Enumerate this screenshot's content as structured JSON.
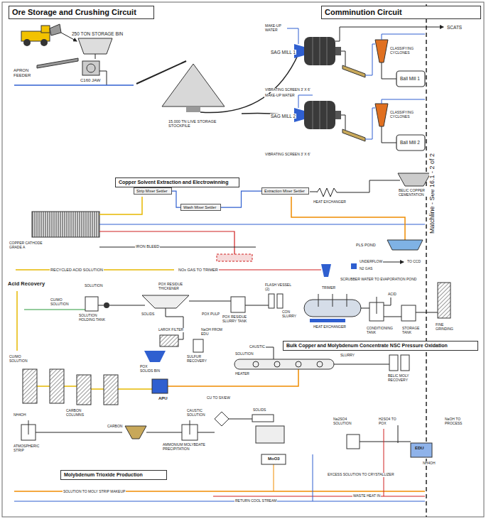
{
  "diagram": {
    "nodes": [
      {
        "text": [
          "Ore Storage and Crushing Circuit"
        ]
      },
      {
        "text": [
          "Comminution Circuit"
        ]
      },
      {
        "text": [
          "Copper Solvent Extraction and Electrowinning"
        ]
      },
      {
        "text": [
          "Strip Mixer Settler"
        ]
      },
      {
        "text": [
          "Extraction Mixer Settler"
        ]
      },
      {
        "text": [
          "Wash Mixer Settler"
        ]
      },
      {
        "text": [
          "Bulk Copper and Molybdenum Concentrate NSC Pressure Oxidation"
        ]
      },
      {
        "text": [
          "Molybdenum Trioxide Production"
        ]
      }
    ],
    "edges": [
      {
        "from": 3,
        "to": 5,
        "arrow": "none"
      },
      {
        "from": 5,
        "to": 4,
        "arrow": "none"
      }
    ],
    "labels": [
      "250 TON STORAGE BIN",
      "APRON FEEDER",
      "C160 JAW",
      "15,000 TN LIVE STORAGE STOCKPILE",
      "MAKE-UP WATER",
      "SAG MILL 1",
      "VIBRATING SCREEN 3' X 6'",
      "MAKE-UP WATER",
      "SAG MILL 2",
      "VIBRATING SCREEN 3' X 6'",
      "SCATS",
      "CLASSIFYING CYCLONES",
      "Ball Mill 1",
      "CLASSIFYING CYCLONES",
      "Ball Mill 2",
      "Matchline - See 16.1 - 2 of 2",
      "HEAT EXCHANGER",
      "BELIC COPPER CEMENTATION",
      "COPPER CATHODE GRADE A",
      "IRON BLEED",
      "PLS POND",
      "UNDERFLOW",
      "TO CCD",
      "RECYCLED ACID SOLUTION",
      "NOx GAS TO TRIMER",
      "N2 GAS",
      "TRIMER",
      "SCRUBBER WATER TO EVAPORATION POND",
      "Acid Recovery",
      "SOLUTION",
      "POX RESIDUE THICKENER",
      "FLASH VESSEL (2)",
      "ACID",
      "CU/MO SOLUTION",
      "SOLUTION HOLDING TANK",
      "SOLIDS",
      "POX PULP",
      "CON SLURRY",
      "HEAT EXCHANGER",
      "CONDITIONING TANK",
      "STORAGE TANK",
      "FINE GRINDING",
      "POX RESIDUE SLURRY TANK",
      "LAROX FILTER",
      "NaOH FROM EDU",
      "CAUSTIC",
      "SOLUTION",
      "SLURRY",
      "POX SOLIDS BIN",
      "SULFUR RECOVERY",
      "HEATER",
      "CU/MO SOLUTION",
      "BELIC MOLY RECOVERY",
      "APU",
      "CU TO SX/EW",
      "CARBON COLUMNS",
      "NH4OH",
      "CAUSTIC SOLUTION",
      "SOLIDS",
      "Na2SO4 SOLUTION",
      "H2SO4 TO POX",
      "NaOH TO PROCESS",
      "CARBON",
      "ATMOSPHERIC STRIP",
      "AMMONIUM MOLYBDATE PRECIPITATION",
      "MoO3",
      "EDU",
      "NH4OH",
      "EXCESS SOLUTION TO CRYSTALLIZER",
      "SOLUTION TO MOLY STRIP MAKEUP",
      "RETURN COOL STREAM",
      "WASTE HEAT IN"
    ]
  }
}
